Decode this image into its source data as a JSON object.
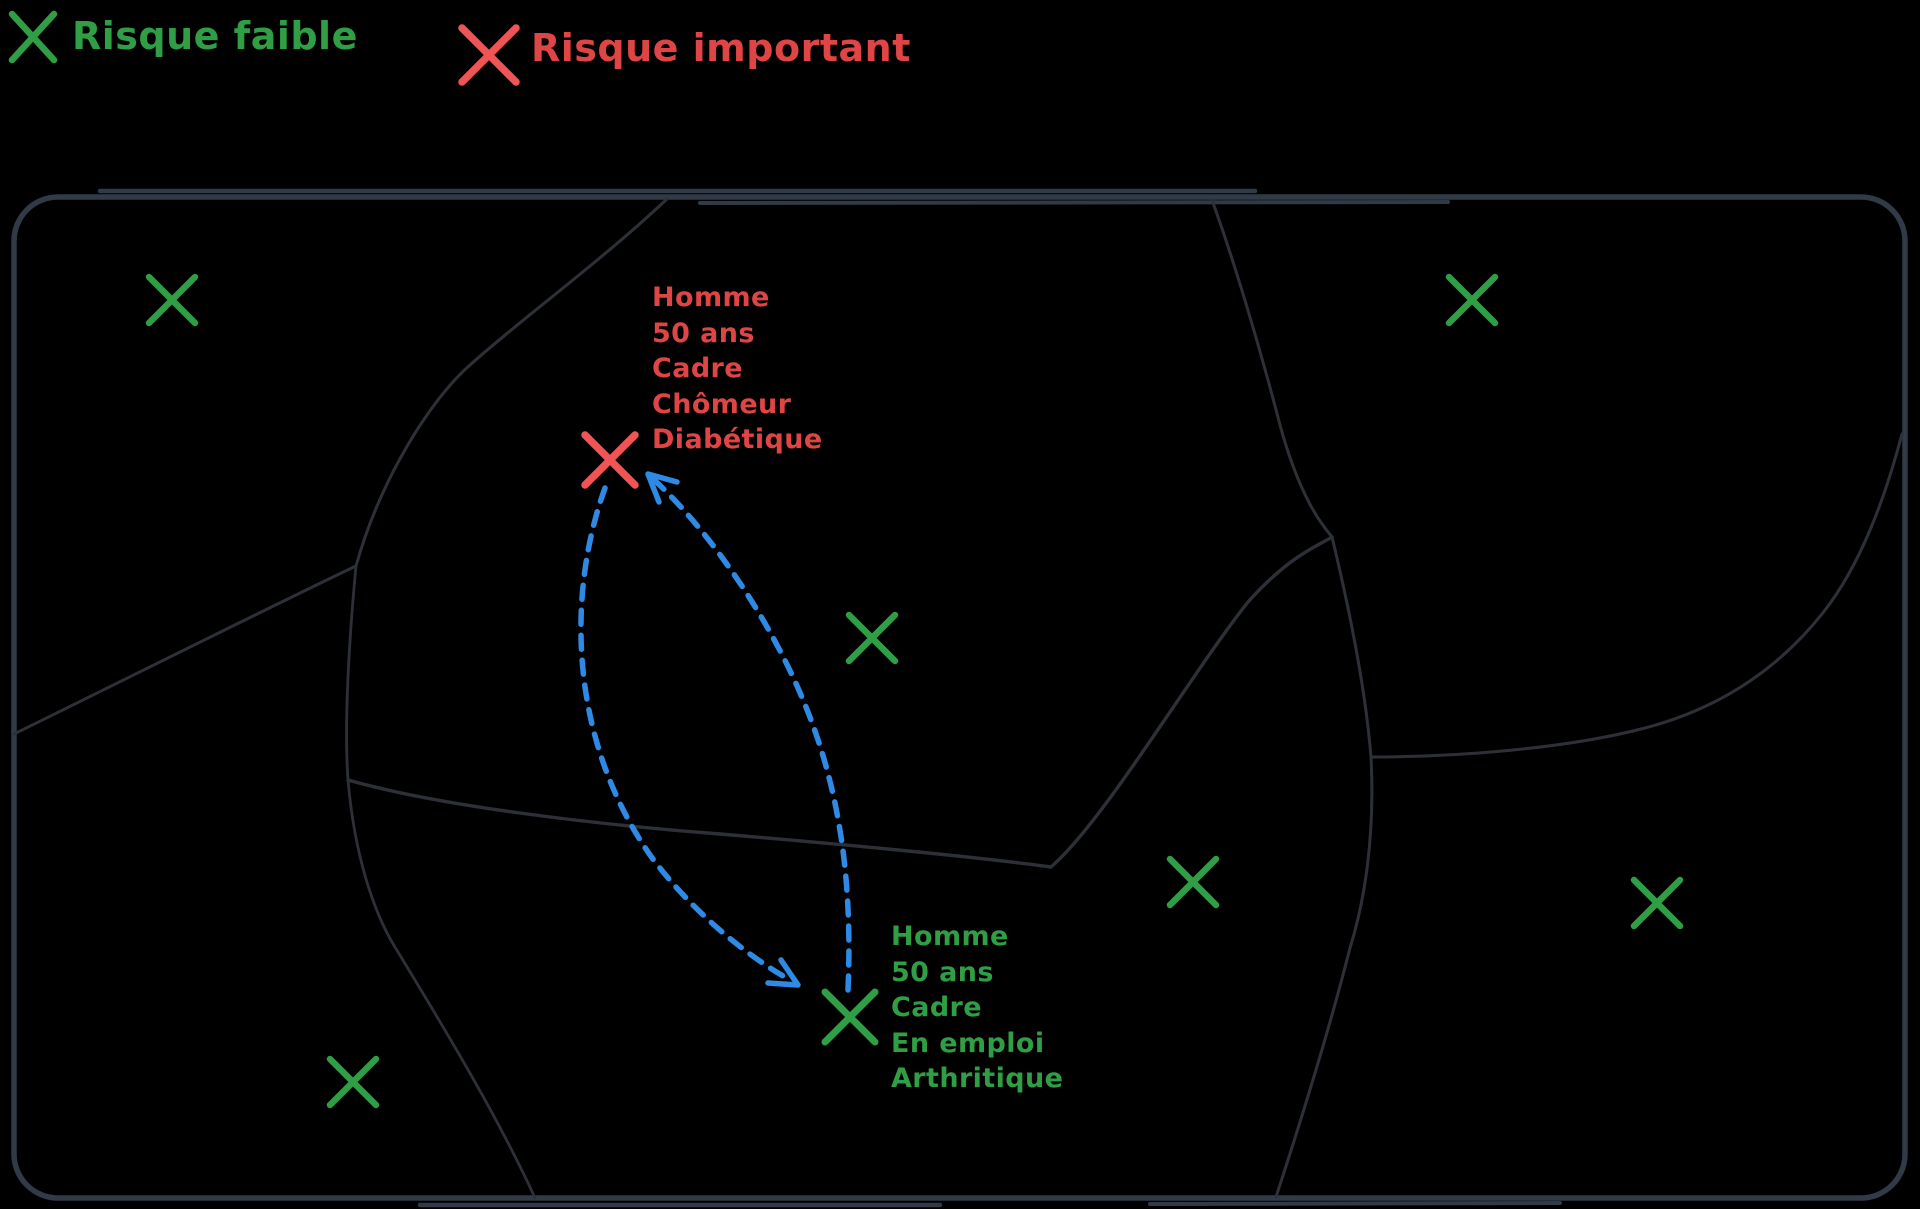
{
  "legend": {
    "low_risk": {
      "label": "Risque faible"
    },
    "high_risk": {
      "label": "Risque important"
    }
  },
  "annotations": {
    "high_risk_profile": {
      "lines": [
        "Homme",
        "50 ans",
        "Cadre",
        "Chômeur",
        "Diabétique"
      ]
    },
    "low_risk_profile": {
      "lines": [
        "Homme",
        "50 ans",
        "Cadre",
        "En emploi",
        "Arthritique"
      ]
    }
  },
  "markers": {
    "low_risk_unlabeled_count": 6,
    "low_risk_labeled_count": 1,
    "high_risk_labeled_count": 1
  },
  "colors": {
    "bg": "#000000",
    "green": "#2f9e44",
    "red-x": "#f05454",
    "red-text": "#e04545",
    "blue": "#2e8ae4",
    "border": "#313a47",
    "line": "#2d3137"
  }
}
